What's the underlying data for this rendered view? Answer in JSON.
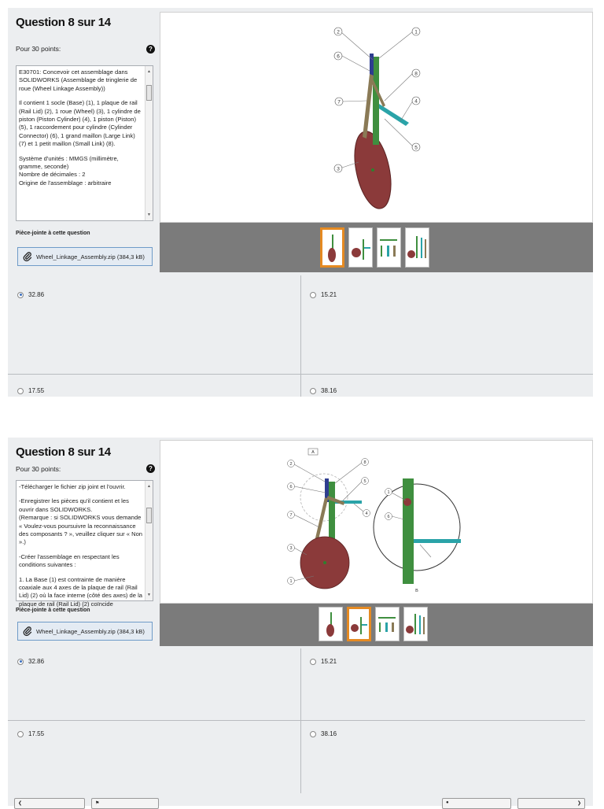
{
  "screens": [
    {
      "question_title": "Question 8 sur 14",
      "points_label": "Pour 30 points:",
      "help_glyph": "?",
      "description": [
        "E30701: Concevoir cet assemblage dans SOLIDWORKS (Assemblage de tringlerie de roue (Wheel Linkage Assembly))",
        "Il contient 1 socle (Base) (1), 1 plaque de rail (Rail Lid) (2), 1 roue (Wheel) (3), 1 cylindre de piston (Piston Cylinder) (4), 1 piston (Piston) (5), 1 raccordement pour cylindre (Cylinder Connector) (6), 1 grand maillon (Large Link) (7) et 1 petit maillon (Small Link) (8).",
        "Système d'unités : MMGS (millimètre, gramme, seconde)",
        "Nombre de décimales : 2",
        "Origine de l'assemblage : arbitraire"
      ],
      "attachment_label": "Pièce-jointe à cette question",
      "attachment_file": "Wheel_Linkage_Assembly.zip (384,3 kB)",
      "callouts": [
        "1",
        "2",
        "3",
        "4",
        "5",
        "6",
        "7",
        "8"
      ],
      "selected_thumb": 0,
      "answers": [
        {
          "value": "32.86",
          "selected": true
        },
        {
          "value": "15.21",
          "selected": false
        },
        {
          "value": "17.55",
          "selected": false
        },
        {
          "value": "38.16",
          "selected": false
        }
      ]
    },
    {
      "question_title": "Question 8 sur 14",
      "points_label": "Pour 30 points:",
      "help_glyph": "?",
      "description": [
        "-Télécharger le fichier zip joint et l'ouvrir.",
        "-Enregistrer les pièces qu'il contient et les ouvrir dans SOLIDWORKS.",
        "(Remarque : si SOLIDWORKS vous demande « Voulez-vous poursuivre la reconnaissance des composants ? », veuillez cliquer sur « Non ».)",
        "-Créer l'assemblage en respectant les conditions suivantes :",
        "1. La Base (1) est contrainte de manière coaxiale aux 4 axes de la plaque de rail (Rail Lid) (2) où la face interne (côté des axes) de la plaque de rail (Rail Lid) (2) coïncide"
      ],
      "attachment_label": "Pièce-jointe à cette question",
      "attachment_file": "Wheel_Linkage_Assembly.zip (384,3 kB)",
      "callouts": [
        "A",
        "2",
        "6",
        "7",
        "3",
        "1",
        "8",
        "5",
        "4",
        "1",
        "6",
        "B"
      ],
      "selected_thumb": 1,
      "answers": [
        {
          "value": "32.86",
          "selected": true
        },
        {
          "value": "15.21",
          "selected": false
        },
        {
          "value": "17.55",
          "selected": false
        },
        {
          "value": "38.16",
          "selected": false
        }
      ]
    }
  ],
  "colors": {
    "panel_bg": "#eceef0",
    "thumb_selected": "#e58a22",
    "wheel": "#8b3a3a",
    "rail": "#3f8f3f",
    "base": "#2e3d8f",
    "link": "#8a7a56",
    "piston": "#2aa3a8",
    "strip": "#7b7b7b"
  }
}
